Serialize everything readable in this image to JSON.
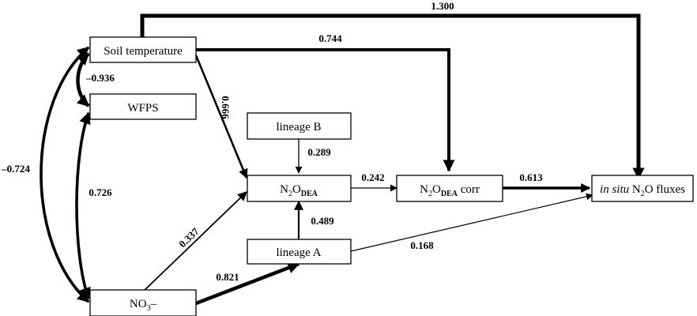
{
  "nodes": {
    "soil_temperature": "Soil temperature",
    "wfps": "WFPS",
    "no3": {
      "main": "NO",
      "sub": "3",
      "suffix": "–"
    },
    "lineage_b": "lineage B",
    "lineage_a": "lineage A",
    "n2o_dea": {
      "main1": "N",
      "sub1": "2",
      "main2": "O",
      "sub2": "DEA"
    },
    "n2o_dea_corr": {
      "main1": "N",
      "sub1": "2",
      "main2": "O",
      "sub2": "DEA",
      "suffix": " corr"
    },
    "in_situ": {
      "italic": "in situ",
      "main1": " N",
      "sub1": "2",
      "main2": "O fluxes"
    }
  },
  "coefficients": {
    "soil_to_insitu": "1.300",
    "soil_to_corr": "0.744",
    "soil_wfps": "–0.936",
    "soil_no3": "–0.724",
    "soil_to_dea": "0.666",
    "wfps_no3": "0.726",
    "lineageb_to_dea": "0.289",
    "dea_to_corr": "0.242",
    "corr_to_insitu": "0.613",
    "lineagea_to_dea": "0.489",
    "no3_to_dea": "0.337",
    "no3_to_lineagea": "0.821",
    "lineagea_to_insitu": "0.168"
  },
  "colors": {
    "stroke": "#000000",
    "background": "#ffffff"
  }
}
